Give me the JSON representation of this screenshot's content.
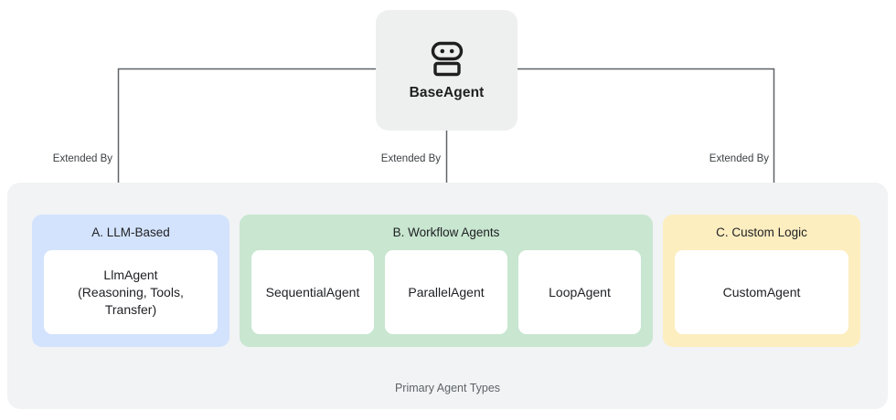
{
  "diagram": {
    "root": {
      "label": "BaseAgent",
      "icon": "robot-icon",
      "fill": "#eeefef"
    },
    "edges": [
      {
        "label": "Extended By"
      },
      {
        "label": "Extended By"
      },
      {
        "label": "Extended By"
      }
    ],
    "container": {
      "caption": "Primary Agent Types",
      "fill": "#f1f3f4"
    },
    "groups": [
      {
        "id": "llm-based",
        "title": "A. LLM-Based",
        "color": "#d3e3fd",
        "cards": [
          {
            "title": "LlmAgent",
            "subtitle": "(Reasoning, Tools, Transfer)"
          }
        ]
      },
      {
        "id": "workflow-agents",
        "title": "B. Workflow Agents",
        "color": "#c8e6d0",
        "cards": [
          {
            "title": "SequentialAgent",
            "subtitle": ""
          },
          {
            "title": "ParallelAgent",
            "subtitle": ""
          },
          {
            "title": "LoopAgent",
            "subtitle": ""
          }
        ]
      },
      {
        "id": "custom-logic",
        "title": "C. Custom Logic",
        "color": "#fdeec0",
        "cards": [
          {
            "title": "CustomAgent",
            "subtitle": ""
          }
        ]
      }
    ]
  }
}
